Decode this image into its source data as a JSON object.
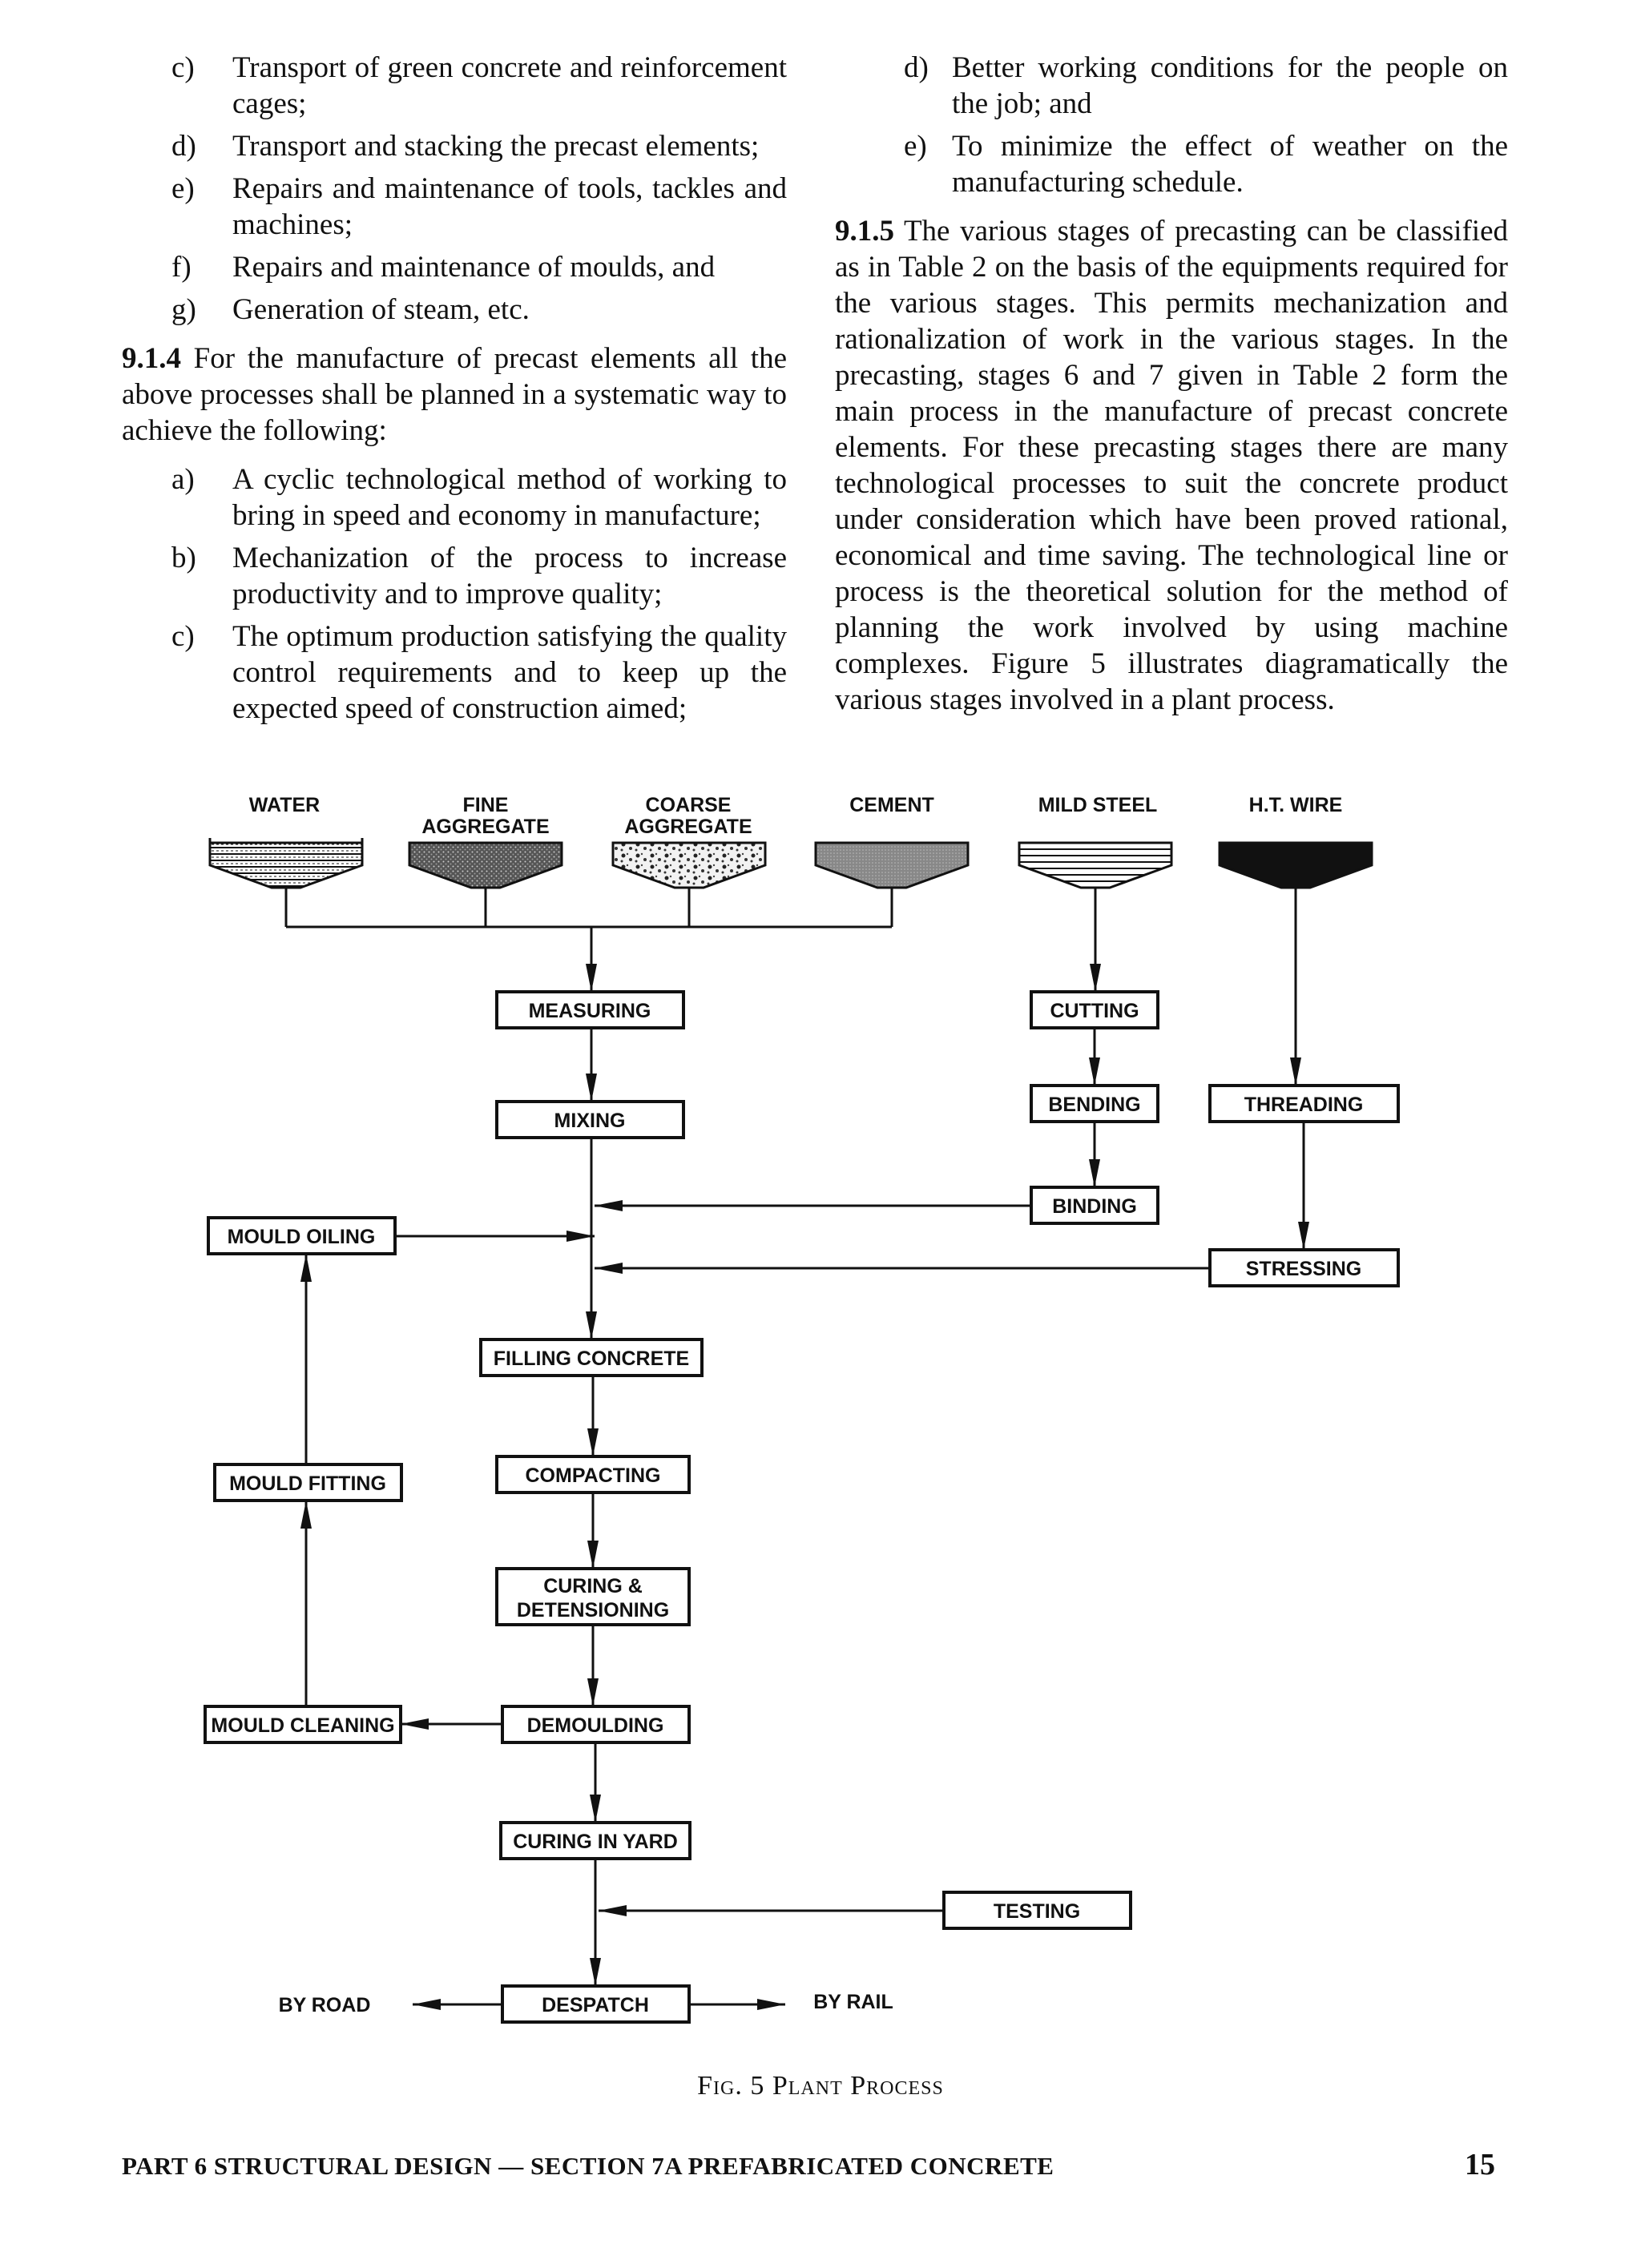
{
  "left_column": {
    "list_top": [
      {
        "mark": "c)",
        "text": "Transport of green concrete and reinforcement cages;"
      },
      {
        "mark": "d)",
        "text": "Transport and stacking the precast elements;"
      },
      {
        "mark": "e)",
        "text": "Repairs and maintenance of tools, tackles and machines;"
      },
      {
        "mark": "f)",
        "text": "Repairs and maintenance of moulds, and"
      },
      {
        "mark": "g)",
        "text": "Generation of steam, etc."
      }
    ],
    "para_914": {
      "num": "9.1.4",
      "text": "For the manufacture of precast elements all the above processes shall be planned in a systematic way to achieve the following:"
    },
    "list_bottom": [
      {
        "mark": "a)",
        "text": "A cyclic technological method of working to bring in speed and economy in manufacture;"
      },
      {
        "mark": "b)",
        "text": "Mechanization of the process to increase productivity and to improve quality;"
      },
      {
        "mark": "c)",
        "text": "The optimum production satisfying the quality control requirements and to keep up the expected speed of construction aimed;"
      }
    ]
  },
  "right_column": {
    "list": [
      {
        "mark": "d)",
        "text": "Better working conditions for the people on the job; and"
      },
      {
        "mark": "e)",
        "text": "To minimize the effect of weather on the manufacturing schedule."
      }
    ],
    "para_915": {
      "num": "9.1.5",
      "text": "The various stages of precasting can be classified as in Table 2 on the basis of the equipments required for the various stages. This permits mechanization and rationalization of work in the various stages. In the precasting, stages 6 and 7 given in Table 2 form the main process in the manufacture of precast concrete elements. For these precasting stages there are many technological processes to suit the concrete product under consideration which have been proved rational, economical and time saving. The technological line or process is the theoretical solution for the method of planning the work involved by using machine complexes. Figure 5 illustrates diagramatically the various stages involved in a plant process."
    }
  },
  "figure": {
    "materials": {
      "water": "WATER",
      "fine_1": "FINE",
      "fine_2": "AGGREGATE",
      "coarse_1": "COARSE",
      "coarse_2": "AGGREGATE",
      "cement": "CEMENT",
      "mild_steel": "MILD STEEL",
      "ht_wire": "H.T. WIRE"
    },
    "boxes": {
      "measuring": "MEASURING",
      "mixing": "MIXING",
      "cutting": "CUTTING",
      "bending": "BENDING",
      "binding": "BINDING",
      "threading": "THREADING",
      "stressing": "STRESSING",
      "mould_oiling": "MOULD OILING",
      "filling_concrete": "FILLING CONCRETE",
      "compacting": "COMPACTING",
      "mould_fitting": "MOULD FITTING",
      "curing_1": "CURING &",
      "curing_2": "DETENSIONING",
      "mould_cleaning": "MOULD CLEANING",
      "demoulding": "DEMOULDING",
      "curing_in_yard": "CURING IN YARD",
      "testing": "TESTING",
      "despatch": "DESPATCH",
      "by_road": "BY ROAD",
      "by_rail": "BY RAIL"
    },
    "caption": "Fig. 5 Plant Process"
  },
  "footer": {
    "left": "PART 6 STRUCTURAL DESIGN — SECTION 7A PREFABRICATED CONCRETE",
    "page_number": "15"
  }
}
